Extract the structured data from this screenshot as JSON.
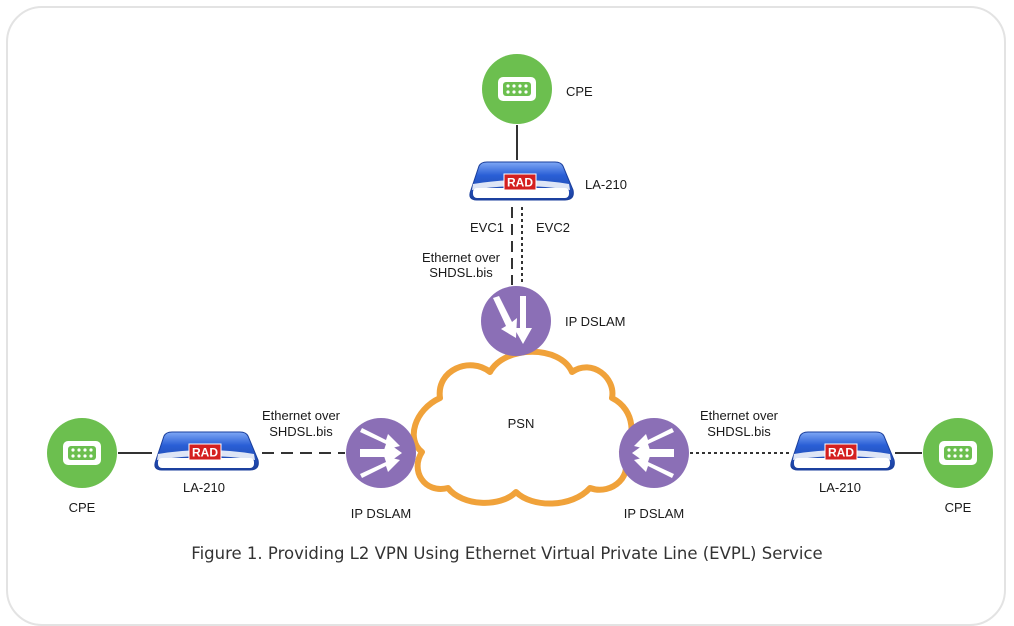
{
  "caption": "Figure 1.  Providing L2 VPN Using Ethernet Virtual Private Line (EVPL) Service",
  "colors": {
    "cpe": "#6cbf4f",
    "dslam": "#8b6fb6",
    "cloud_border": "#f0a23a",
    "modem_body": "#2a5fd6",
    "rad_badge": "#d42020"
  },
  "cloud": {
    "label": "PSN"
  },
  "top": {
    "cpe_label": "CPE",
    "modem_label": "LA-210",
    "modem_logo": "RAD",
    "evc1": "EVC1",
    "evc2": "EVC2",
    "link_line1": "Ethernet over",
    "link_line2": "SHDSL.bis",
    "dslam_label": "IP DSLAM"
  },
  "left": {
    "cpe_label": "CPE",
    "modem_label": "LA-210",
    "modem_logo": "RAD",
    "link_line1": "Ethernet over",
    "link_line2": "SHDSL.bis",
    "dslam_label": "IP DSLAM"
  },
  "right": {
    "cpe_label": "CPE",
    "modem_label": "LA-210",
    "modem_logo": "RAD",
    "link_line1": "Ethernet over",
    "link_line2": "SHDSL.bis",
    "dslam_label": "IP DSLAM"
  }
}
